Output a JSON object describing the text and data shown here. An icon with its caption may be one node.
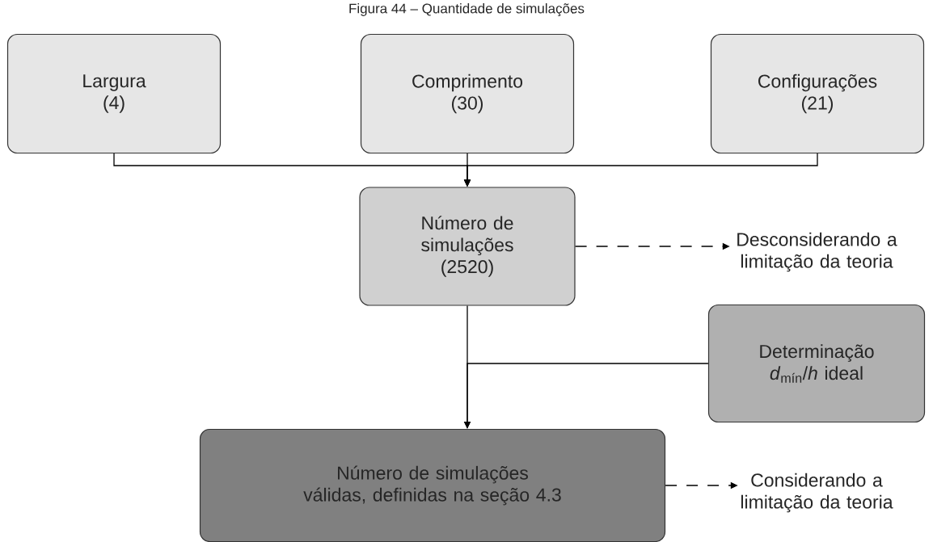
{
  "diagram": {
    "title": "Figura 44 – Quantidade de simulações",
    "nodes": [
      {
        "text": [
          "Largura",
          "(4)"
        ]
      },
      {
        "text": [
          "Comprimento",
          "(30)"
        ]
      },
      {
        "text": [
          "Configurações",
          "(21)"
        ]
      },
      {
        "text": [
          "Número de simulações",
          "(2520)"
        ]
      },
      {
        "text": [
          "Desconsiderando a limitação da teoria"
        ]
      },
      {
        "text": [
          "Determinação",
          "*d*$_{mín}$/*h* ideal"
        ]
      },
      {
        "text": [
          "Número de simulações válidas, definidas na seção 4.3"
        ]
      },
      {
        "text": [
          "Considerando a limitação da teoria"
        ]
      }
    ],
    "edges": [
      {
        "from": 0,
        "to": 3,
        "arrow": "to"
      },
      {
        "from": 1,
        "to": 3,
        "arrow": "to"
      },
      {
        "from": 2,
        "to": 3,
        "arrow": "to"
      },
      {
        "from": 3,
        "to": 4,
        "arrow": "to",
        "style": "dashed"
      },
      {
        "from": 3,
        "to": 6,
        "arrow": "to"
      },
      {
        "from": 5,
        "to": 6,
        "arrow": "to"
      },
      {
        "from": 6,
        "to": 7,
        "arrow": "to",
        "style": "dashed"
      }
    ]
  }
}
